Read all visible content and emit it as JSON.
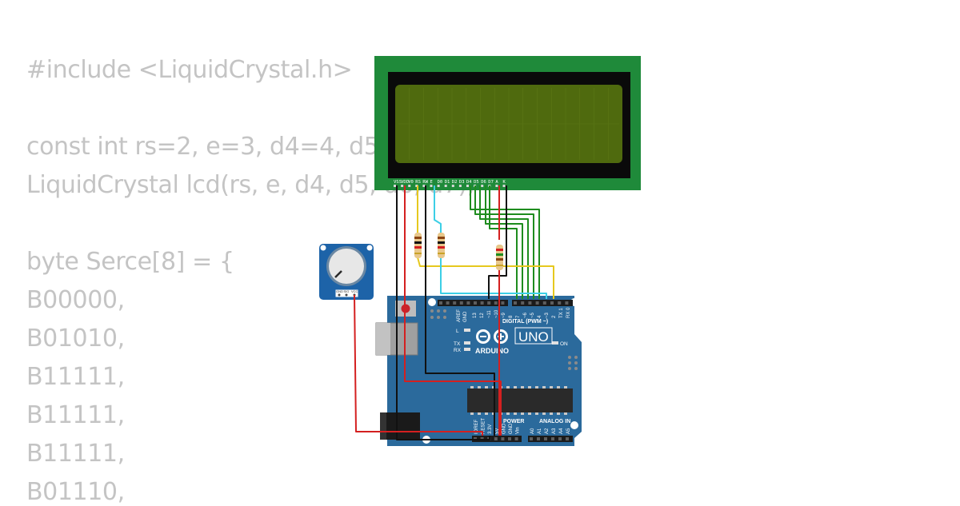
{
  "code_lines": [
    "#include <LiquidCrystal.h>",
    "",
    "const int rs=2, e=3, d4=4, d5=",
    "LiquidCrystal lcd(rs, e, d4, d5, d6, d7);",
    "",
    "byte Serce[8] = {",
    "B00000,",
    "B01010,",
    "B11111,",
    "B11111,",
    "B11111,",
    "B01110,"
  ],
  "lcd": {
    "pin_labels": [
      "VSS",
      "VDD",
      "V0",
      "RS",
      "RW",
      "E",
      "D0",
      "D1",
      "D2",
      "D3",
      "D4",
      "D5",
      "D6",
      "D7",
      "A",
      "K"
    ]
  },
  "arduino": {
    "brand": "ARDUINO",
    "model": "UNO",
    "digital_label": "DIGITAL (PWM ~)",
    "power_label": "POWER",
    "analog_label": "ANALOG IN",
    "on_label": "ON",
    "l_label": "L",
    "tx_label": "TX",
    "rx_label": "RX",
    "aref_label": "AREF",
    "gnd_label": "GND",
    "digital_pins": [
      "13",
      "12",
      "~11",
      "~10",
      "~9",
      "8",
      "7",
      "~6",
      "~5",
      "4",
      "~3",
      "2",
      "TX 1",
      "RX 0"
    ],
    "power_pins": [
      "IOREF",
      "RESET",
      "3.3V",
      "5V",
      "GND",
      "GND",
      "Vin"
    ],
    "analog_pins": [
      "A0",
      "A1",
      "A2",
      "A3",
      "A4",
      "A5"
    ]
  },
  "potentiometer": {
    "pin_labels": [
      "GND",
      "SIG",
      "VCC"
    ]
  },
  "colors": {
    "code_text": "#c4c4c4",
    "lcd_board": "#1f8a3a",
    "lcd_bezel": "#0a0a0a",
    "lcd_screen": "#4f6a0e",
    "arduino_board": "#2b6a9c",
    "pot_board": "#1d63a8",
    "wire_black": "#111111",
    "wire_red": "#d42020",
    "wire_green": "#1e8c1e",
    "wire_yellow": "#e6c81e",
    "wire_cyan": "#3ccfe6"
  }
}
